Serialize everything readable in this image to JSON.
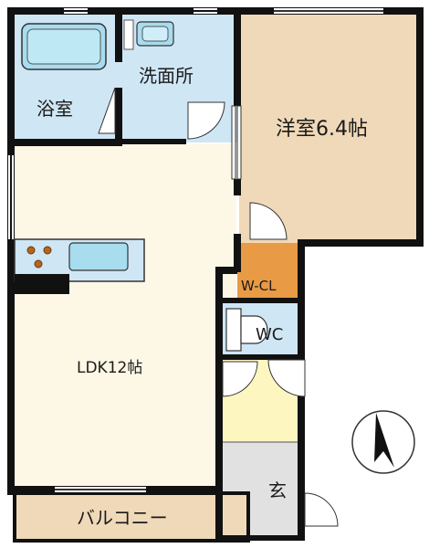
{
  "rooms": {
    "bath": "浴室",
    "washroom": "洗面所",
    "western_room": "洋室6.4帖",
    "walk_in_closet": "W-CL",
    "toilet": "WC",
    "ldk": "LDK12帖",
    "entrance": "玄",
    "balcony": "バルコニー"
  },
  "icons": {
    "compass": "north-arrow-icon"
  },
  "colors": {
    "wall": "#111111",
    "bath_blue": "#cfe6f5",
    "fixture_blue": "#a8dcef",
    "western_tan": "#f0d9b8",
    "closet_orange": "#e89a45",
    "ldk_cream": "#fdf7e6",
    "entrance_yellow": "#fdf6c0",
    "entrance_gray": "#e1e1e1",
    "balcony_tan": "#efd9b9"
  }
}
